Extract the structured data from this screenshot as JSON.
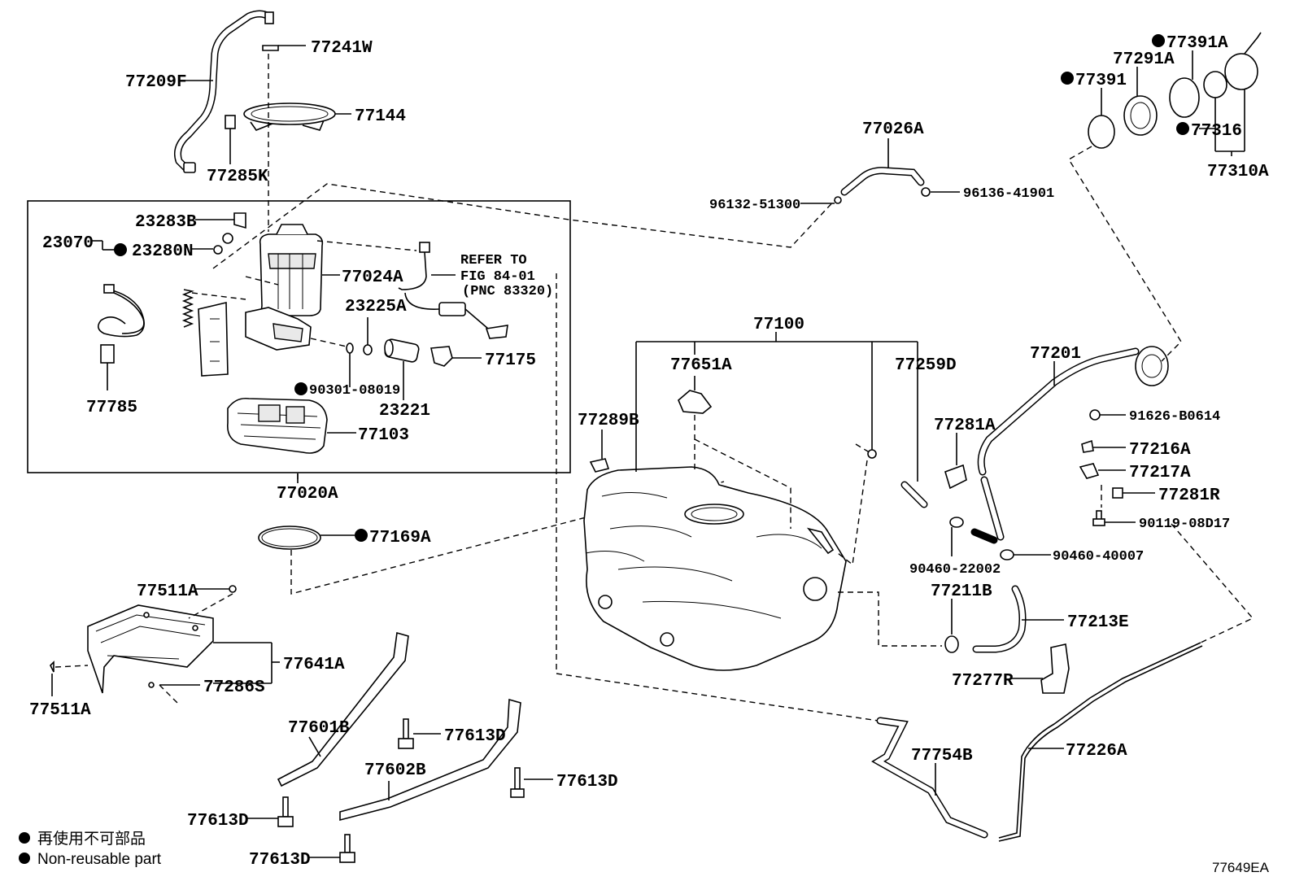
{
  "diagram": {
    "labels": {
      "l77241W": "77241W",
      "l77209F": "77209F",
      "l77144": "77144",
      "l77285K": "77285K",
      "l23283B": "23283B",
      "l23070": "23070",
      "l23280N": "23280N",
      "l77024A": "77024A",
      "l23225A": "23225A",
      "l77175": "77175",
      "l90301": "90301-08019",
      "l23221": "23221",
      "l77785": "77785",
      "l77103": "77103",
      "l77020A": "77020A",
      "l77169A": "77169A",
      "l77511A_top": "77511A",
      "l77641A": "77641A",
      "l77286S": "77286S",
      "l77511A_bot": "77511A",
      "l77601B": "77601B",
      "l77613D_1": "77613D",
      "l77602B": "77602B",
      "l77613D_2": "77613D",
      "l77613D_3": "77613D",
      "l77613D_4": "77613D",
      "l77026A": "77026A",
      "l96132": "96132-51300",
      "l96136": "96136-41901",
      "l77100": "77100",
      "l77651A": "77651A",
      "l77259D": "77259D",
      "l77289B": "77289B",
      "l77201": "77201",
      "l77281A": "77281A",
      "l91626": "91626-B0614",
      "l77216A": "77216A",
      "l77217A": "77217A",
      "l77281R": "77281R",
      "l90119": "90119-08D17",
      "l90460_22002": "90460-22002",
      "l90460_40007": "90460-40007",
      "l77211B": "77211B",
      "l77213E": "77213E",
      "l77277R": "77277R",
      "l77754B": "77754B",
      "l77226A": "77226A",
      "l77391A": "77391A",
      "l77291A": "77291A",
      "l77391": "77391",
      "l77316": "77316",
      "l77310A": "77310A"
    },
    "refer": {
      "line1": "REFER TO",
      "line2": "FIG 84-01",
      "line3": "(PNC 83320)"
    },
    "legend": {
      "jp": "再使用不可部品",
      "en": "Non-reusable part"
    },
    "code": "77649EA"
  }
}
